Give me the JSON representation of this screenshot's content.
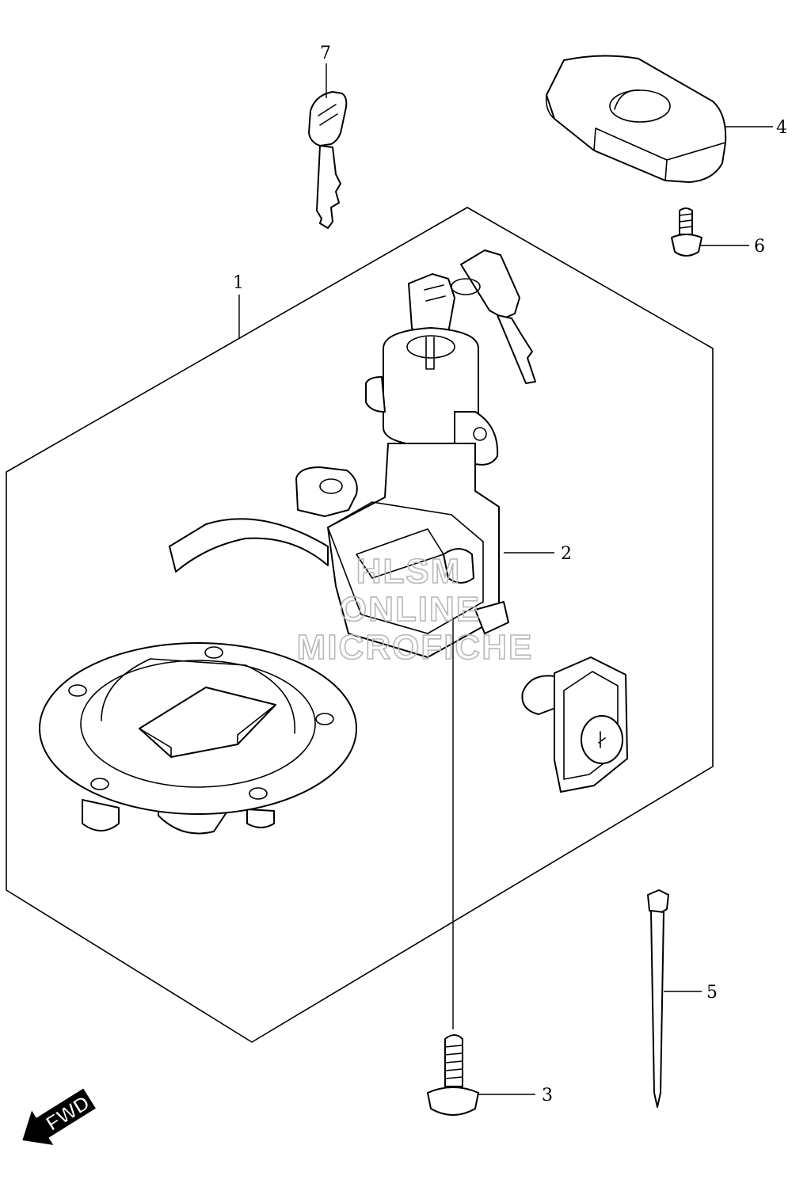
{
  "callouts": [
    {
      "id": "1",
      "label": "1"
    },
    {
      "id": "2",
      "label": "2"
    },
    {
      "id": "3",
      "label": "3"
    },
    {
      "id": "4",
      "label": "4"
    },
    {
      "id": "5",
      "label": "5"
    },
    {
      "id": "6",
      "label": "6"
    },
    {
      "id": "7",
      "label": "7"
    }
  ],
  "watermark": {
    "line1": "HLSM",
    "line2": "ONLINE",
    "line3": "MICROFICHE"
  },
  "fwd_label": "FWD"
}
